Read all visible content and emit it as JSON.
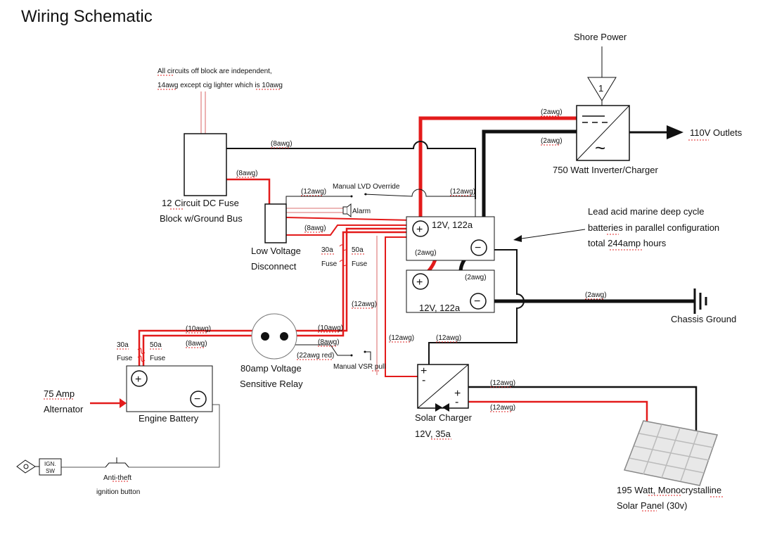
{
  "title": "Wiring Schematic",
  "shore_power": {
    "label": "Shore Power",
    "number": "1"
  },
  "inverter": {
    "label": "750 Watt Inverter/Charger",
    "output": "110V Outlets",
    "ac_symbol": "~"
  },
  "fuse_block": {
    "note_line1": "All circuits off block are independent,",
    "note_line2": "14awg except cig lighter which is 10awg",
    "label_line1": "12 Circuit DC Fuse",
    "label_line2": "Block w/Ground Bus"
  },
  "lvd": {
    "label_line1": "Low Voltage",
    "label_line2": "Disconnect",
    "override_label": "Manual LVD Override",
    "alarm_label": "Alarm"
  },
  "house_batteries": {
    "battery1": "12V, 122a",
    "battery2": "12V, 122a",
    "note_line1": "Lead acid marine deep cycle",
    "note_line2": "batteries in parallel configuration",
    "note_line3": "total 244amp hours",
    "plus": "+",
    "minus": "−"
  },
  "fuses": {
    "f30": "30a",
    "f50": "50a",
    "fuse": "Fuse"
  },
  "relay": {
    "label_line1": "80amp Voltage",
    "label_line2": "Sensitive Relay",
    "vsr_pull": "Manual VSR pull"
  },
  "engine_battery": {
    "label": "Engine Battery",
    "plus": "+",
    "minus": "−"
  },
  "alternator": {
    "label_line1": "75 Amp",
    "label_line2": "Alternator"
  },
  "ignition": {
    "switch_line1": "IGN.",
    "switch_line2": "SW",
    "button_line1": "Anti-theft",
    "button_line2": "ignition button"
  },
  "chassis_ground": "Chassis Ground",
  "solar_charger": {
    "label_line1": "Solar Charger",
    "label_line2": "12V, 35a",
    "plus": "+",
    "minus": "-"
  },
  "solar_panel": {
    "label_line1": "195 Watt, Monocrystalline",
    "label_line2": "Solar Panel (30v)"
  },
  "wire_labels": {
    "inv_pos": "(2awg)",
    "inv_neg": "(2awg)",
    "fuse_main": "(8awg)",
    "fuse_red": "(8awg)",
    "lvd_out": "(12awg)",
    "lvd_override": "(12awg)",
    "lvd_in": "(8awg)",
    "bat_link_pos": "(2awg)",
    "bat_link_neg": "(2awg)",
    "ground": "(2awg)",
    "vsr_sense": "(12awg)",
    "solar_pos": "(12awg)",
    "solar_neg": "(12awg)",
    "relay_left_top": "(10awg)",
    "relay_left_bottom": "(8awg)",
    "relay_right_top": "(10awg)",
    "relay_right_bottom": "(8awg)",
    "relay_sense": "(22awg red)",
    "panel_neg": "(12awg)",
    "panel_pos": "(12awg)"
  },
  "colors": {
    "positive": "#e31b1b",
    "negative": "#111111",
    "hairline": "#d04040"
  }
}
